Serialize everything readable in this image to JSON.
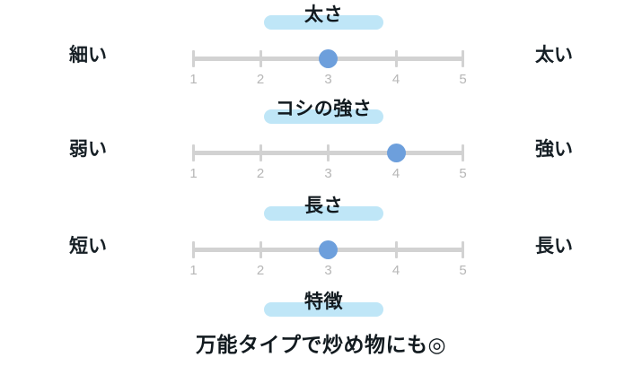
{
  "card": {
    "background_color": "#ffffff",
    "marker_color": "#bfe6f7",
    "knob_color": "#6d9fdc",
    "track_color": "#d2d2d2",
    "tick_label_color": "#b6b6b6",
    "text_color": "#121a1f"
  },
  "scale": {
    "min": 1,
    "max": 5,
    "ticks": [
      "1",
      "2",
      "3",
      "4",
      "5"
    ]
  },
  "attributes": [
    {
      "heading": "太さ",
      "left_label": "細い",
      "right_label": "太い",
      "value": 3
    },
    {
      "heading": "コシの強さ",
      "left_label": "弱い",
      "right_label": "強い",
      "value": 4
    },
    {
      "heading": "長さ",
      "left_label": "短い",
      "right_label": "長い",
      "value": 3
    }
  ],
  "feature": {
    "heading": "特徴",
    "description": "万能タイプで炒め物にも◎"
  },
  "chart_data": {
    "type": "bar",
    "title": "",
    "subtitle": "",
    "xlabel": "",
    "ylabel": "",
    "categories": [
      "太さ",
      "コシの強さ",
      "長さ"
    ],
    "values": [
      3,
      4,
      3
    ],
    "xlim": [
      1,
      5
    ],
    "x_tick_labels": [
      "1",
      "2",
      "3",
      "4",
      "5"
    ],
    "grid": false,
    "legend": "none",
    "annotations": [
      "細い ↔ 太い",
      "弱い ↔ 強い",
      "短い ↔ 長い",
      "特徴: 万能タイプで炒め物にも◎"
    ]
  }
}
